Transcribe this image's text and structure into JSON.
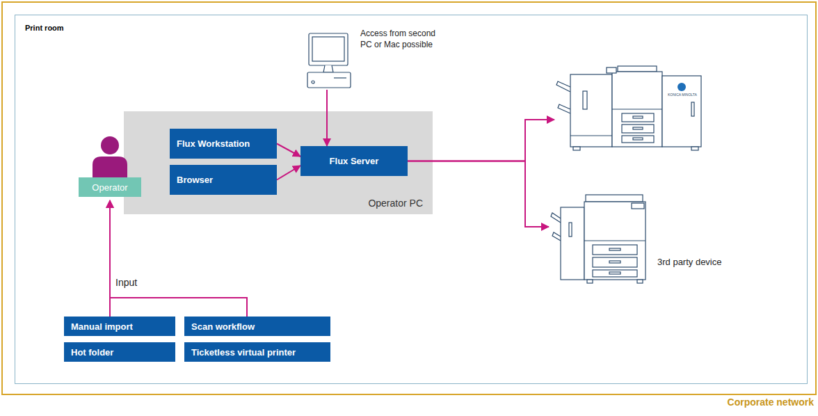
{
  "diagram": {
    "nodes": [
      {
        "text": [
          "Corporate network"
        ]
      },
      {
        "text": [
          "Print room"
        ],
        "in": 0
      },
      {
        "text": [
          "Operator"
        ],
        "in": 1
      },
      {
        "text": [
          "Operator PC"
        ],
        "in": 1
      },
      {
        "text": [
          "Flux Workstation"
        ],
        "in": 3
      },
      {
        "text": [
          "Browser"
        ],
        "in": 3
      },
      {
        "text": [
          "Flux Server"
        ],
        "in": 3
      },
      {
        "text": [
          "Access from second PC or Mac possible"
        ],
        "in": 1
      },
      {
        "text": [
          "KONICA MINOLTA"
        ],
        "in": 1
      },
      {
        "text": [
          "3rd party device"
        ],
        "in": 1
      },
      {
        "text": [
          "Manual import"
        ],
        "in": 1
      },
      {
        "text": [
          "Hot folder"
        ],
        "in": 1
      },
      {
        "text": [
          "Scan workflow"
        ],
        "in": 1
      },
      {
        "text": [
          "Ticketless virtual printer"
        ],
        "in": 1
      }
    ],
    "edges": [
      {
        "from": 10,
        "to": 2,
        "arrow": "to"
      },
      {
        "from": 12,
        "to": 2,
        "arrow": "to"
      },
      {
        "from": 4,
        "to": 6,
        "arrow": "to"
      },
      {
        "from": 5,
        "to": 6,
        "arrow": "to"
      },
      {
        "from": 7,
        "to": 6,
        "arrow": "to"
      },
      {
        "from": 6,
        "to": 8,
        "arrow": "to"
      },
      {
        "from": 6,
        "to": 9,
        "arrow": "to"
      }
    ],
    "labels": [
      "Input"
    ]
  }
}
